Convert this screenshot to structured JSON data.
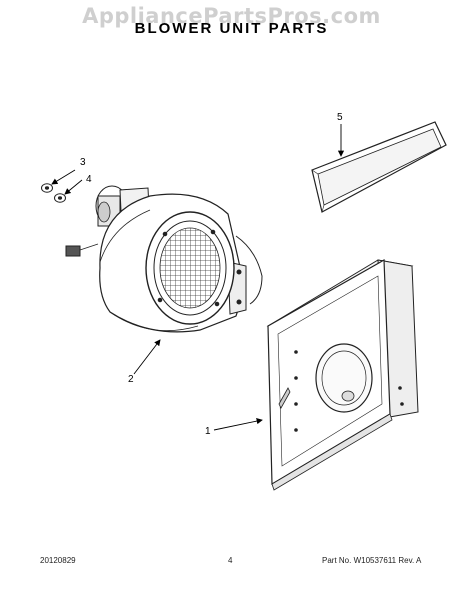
{
  "header": {
    "watermark": "AppliancePartsPros.com",
    "title": "BLOWER UNIT PARTS"
  },
  "callouts": {
    "c1": "1",
    "c2": "2",
    "c3": "3",
    "c4": "4",
    "c5": "5"
  },
  "footer": {
    "date": "20120829",
    "page": "4",
    "part": "Part No.  W10537611  Rev. A"
  }
}
